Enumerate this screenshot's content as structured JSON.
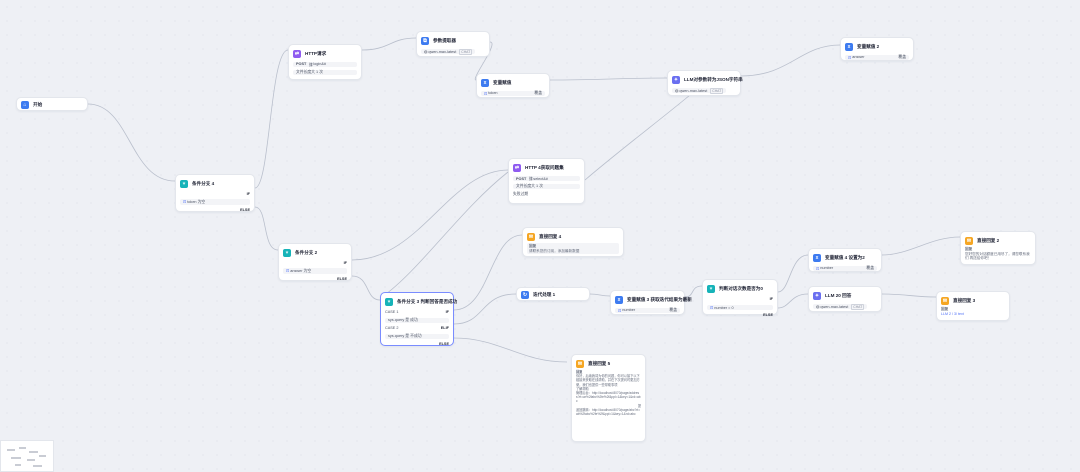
{
  "nodes": {
    "start": {
      "title": "开始"
    },
    "http_req": {
      "title": "HTTP请求",
      "method": "POST",
      "url": "login&#",
      "body": "文件长度大 1 次"
    },
    "param_extract": {
      "title": "参数提取器",
      "model": "qwen-max-latest",
      "mode": "CHAT"
    },
    "var_assign": {
      "title": "变量赋值",
      "var": "token",
      "action": "覆盖"
    },
    "llm_json": {
      "title": "LLM对参数转为JSON字符串",
      "model": "qwen-max-latest",
      "mode": "CHAT"
    },
    "var_assign2": {
      "title": "变量赋值 2",
      "var": "answer",
      "action": "覆盖"
    },
    "if4": {
      "title": "条件分支 4",
      "if_label": "IF",
      "cond": "token 为空",
      "else_label": "ELSE"
    },
    "http_get": {
      "title": "HTTP 4获取问题集",
      "method": "POST",
      "url": "select&#",
      "body": "文件长度大 1 次",
      "footer": "失败过期"
    },
    "if2": {
      "title": "条件分支 2",
      "if_label": "IF",
      "cond": "answer 为空",
      "else_label": "ELSE"
    },
    "reply4": {
      "title": "直接回复 4",
      "header": "回复",
      "text": "请联系您的订阅，添加最新数据"
    },
    "if_judge": {
      "title": "条件分支 3 判断回答是否成功",
      "case1_label": "CASE 1",
      "case1_if": "IF",
      "case1_cond": "sys.query 是 成功",
      "case2_label": "CASE 2",
      "case2_if": "ELIF",
      "case2_cond": "sys.query 是 不成功",
      "else_label": "ELSE"
    },
    "loop": {
      "title": "迭代处理 1"
    },
    "var_update": {
      "title": "变量赋值 3 获取迭代结果为最新",
      "var": "number",
      "action": "覆盖"
    },
    "if_zero": {
      "title": "判断对话次数是否为0",
      "if_label": "IF",
      "cond": "number = 0",
      "else_label": "ELSE"
    },
    "var_set2": {
      "title": "变量赋值 4 设置为2",
      "var": "number",
      "action": "覆盖"
    },
    "reply2": {
      "title": "直接回复 2",
      "header": "回复",
      "text": "您好您的对话额度已用尽了，请您联系我们 再送给你吧！"
    },
    "llm20": {
      "title": "LLM 20 回答",
      "model": "qwen-max-latest",
      "mode": "CHAT"
    },
    "reply3": {
      "title": "直接回复 3",
      "header": "回复",
      "text": "LLM 2 / 3/ text"
    },
    "reply5": {
      "title": "直接回复 5",
      "header": "回复",
      "text1": "你好，后续我将为你的问题，你可以接下以下链接来获取在线帮助，并在下次提问时更加方便，我们也提供一些帮助事项",
      "link_label": "了解帮助",
      "link_text": "管理后台：http://localhost:8070/page/address?rt=ar%2fabc%2fe%2f&ppl=1&key=1&rd=abc",
      "sep_label": "提",
      "text2": "返回跳转：http://localhost:8070/page/abc?rt=ab%2fabc%2fe%2f&ppl=1&key=1&rd=abc"
    }
  }
}
